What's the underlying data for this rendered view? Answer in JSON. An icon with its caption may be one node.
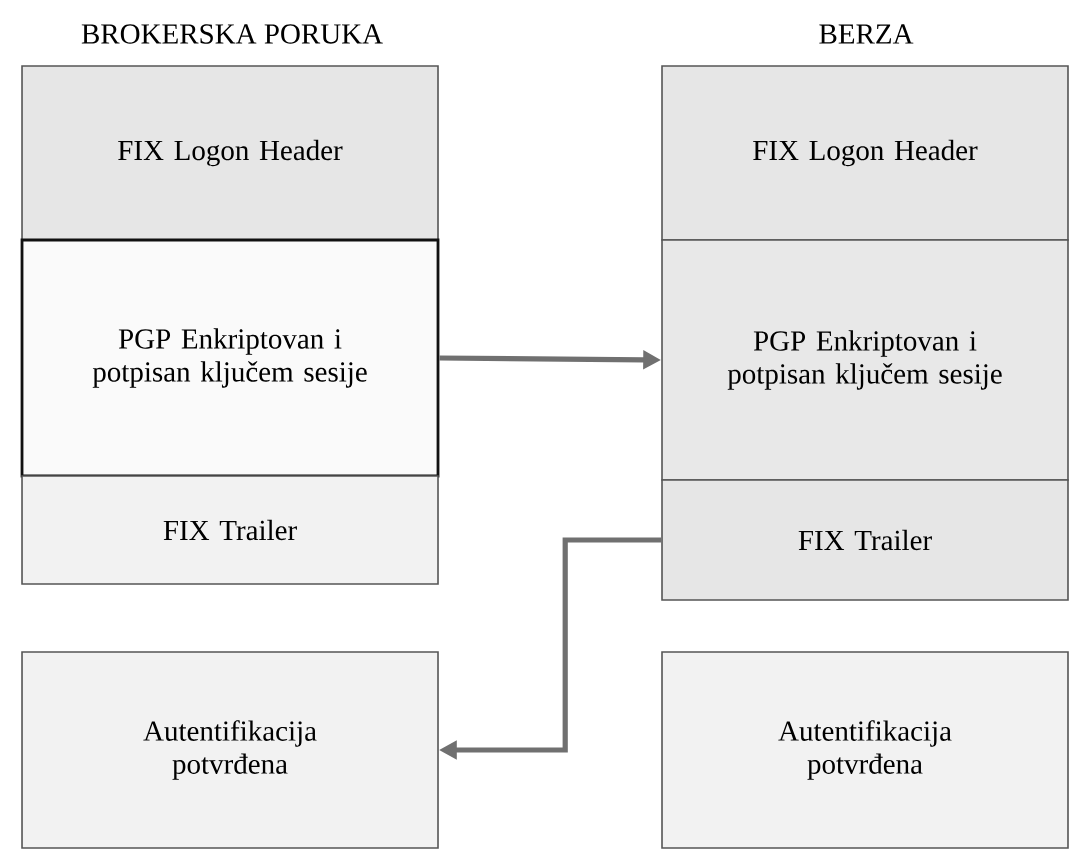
{
  "diagram": {
    "nodes": [
      {
        "text": [
          "FIX Logon Header"
        ]
      },
      {
        "text": [
          "PGP Enkriptovan i potpisan ključem sesije"
        ]
      },
      {
        "text": [
          "FIX Trailer"
        ]
      },
      {
        "text": [
          "Autentifikacija potvrđena"
        ]
      },
      {
        "text": [
          "FIX Logon Header"
        ]
      },
      {
        "text": [
          "PGP Enkriptovan i potpisan ključem sesije"
        ]
      },
      {
        "text": [
          "FIX Trailer"
        ]
      },
      {
        "text": [
          "Autentifikacija potvrđena"
        ]
      }
    ],
    "edges": [
      {
        "from": 1,
        "to": 5,
        "arrow": "to"
      },
      {
        "from": 6,
        "to": 3,
        "arrow": "to"
      }
    ],
    "labels": [
      "BROKERSKA PORUKA",
      "BERZA"
    ]
  }
}
